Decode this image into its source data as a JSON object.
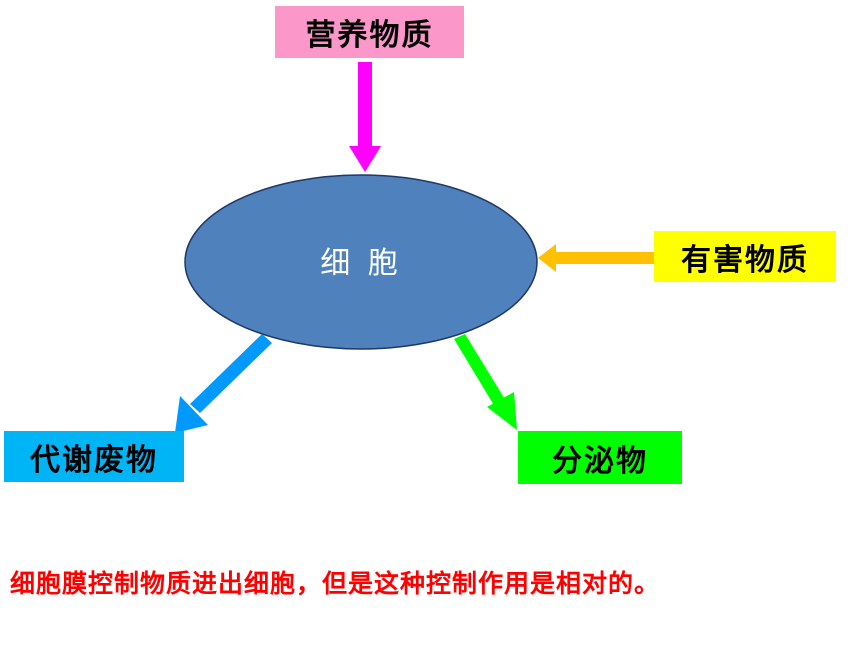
{
  "diagram": {
    "cell_label": "细 胞",
    "nodes": {
      "nutrients": {
        "label": "营养物质",
        "fill": "#fb97c9"
      },
      "harmful": {
        "label": "有害物质",
        "fill": "#ffff00"
      },
      "waste": {
        "label": "代谢废物",
        "fill": "#00b5f5"
      },
      "secretion": {
        "label": "分泌物",
        "fill": "#00ff00"
      }
    },
    "colors": {
      "cell_fill": "#4f81bd",
      "cell_stroke": "#1f3864",
      "cell_text": "#ffffff",
      "arrow_nutrients": "#ff00ff",
      "arrow_harmful": "#ffc000",
      "arrow_waste": "#0099ff",
      "arrow_secretion": "#00ff00"
    }
  },
  "footer": {
    "note": "细胞膜控制物质进出细胞，但是这种控制作用是相对的。"
  }
}
